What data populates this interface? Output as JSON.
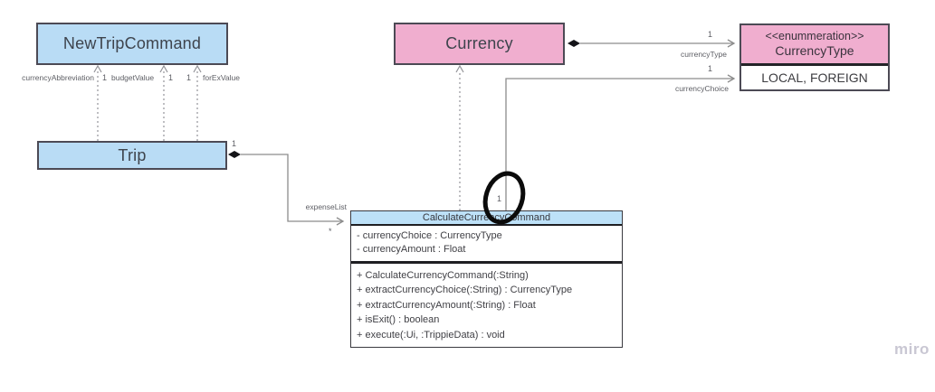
{
  "watermark": "miro",
  "colors": {
    "class_blue": "#b9dcf5",
    "class_pink": "#f0aecf",
    "box_border": "#4c4a55",
    "connector_gray": "#8c8c8c",
    "annotation_black": "#0b0b0b"
  },
  "classes": {
    "new_trip_command": {
      "title": "NewTripCommand"
    },
    "trip": {
      "title": "Trip"
    },
    "currency": {
      "title": "Currency"
    },
    "currency_type": {
      "stereotype": "<<enummeration>>",
      "title": "CurrencyType",
      "literals": "LOCAL, FOREIGN"
    },
    "calculate_currency_command": {
      "title": "CalculateCurrencyCommand",
      "attributes": [
        "- currencyChoice : CurrencyType",
        "- currencyAmount : Float"
      ],
      "methods": [
        "+ CalculateCurrencyCommand(:String)",
        "+ extractCurrencyChoice(:String) : CurrencyType",
        "+ extractCurrencyAmount(:String) : Float",
        "+ isExit() : boolean",
        "+ execute(:Ui, :TrippieData) : void"
      ]
    }
  },
  "edge_labels": {
    "currency_abbreviation": "currencyAbbreviation",
    "currency_abbreviation_mult": "1",
    "budget_value": "budgetValue",
    "budget_value_mult": "1",
    "for_ex_value_mult": "1",
    "for_ex_value": "forExValue",
    "trip_mult": "1",
    "expense_list": "expenseList",
    "expense_list_mult": "*",
    "currency_type_mult": "1",
    "currency_type": "currencyType",
    "currency_choice_mult": "1",
    "currency_choice": "currencyChoice",
    "circled_mult": "1"
  }
}
